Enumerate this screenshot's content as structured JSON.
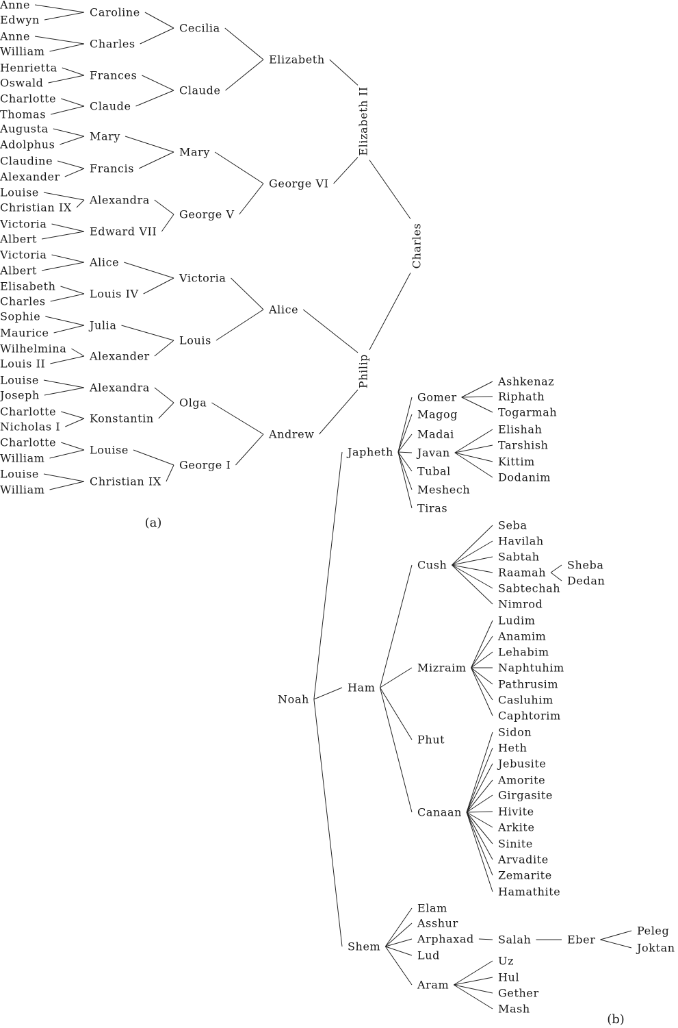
{
  "figure_a": {
    "caption": "(a)",
    "nodes": [
      {
        "id": "anne1",
        "label": "Anne"
      },
      {
        "id": "edwyn",
        "label": "Edwyn"
      },
      {
        "id": "anne2",
        "label": "Anne"
      },
      {
        "id": "william1",
        "label": "William"
      },
      {
        "id": "henrietta",
        "label": "Henrietta"
      },
      {
        "id": "oswald",
        "label": "Oswald"
      },
      {
        "id": "charlotte1",
        "label": "Charlotte"
      },
      {
        "id": "thomas",
        "label": "Thomas"
      },
      {
        "id": "augusta",
        "label": "Augusta"
      },
      {
        "id": "adolphus",
        "label": "Adolphus"
      },
      {
        "id": "claudine",
        "label": "Claudine"
      },
      {
        "id": "alexander1",
        "label": "Alexander"
      },
      {
        "id": "louise1",
        "label": "Louise"
      },
      {
        "id": "christianix1",
        "label": "Christian IX"
      },
      {
        "id": "victoria1",
        "label": "Victoria"
      },
      {
        "id": "albert1",
        "label": "Albert"
      },
      {
        "id": "victoria2",
        "label": "Victoria"
      },
      {
        "id": "albert2",
        "label": "Albert"
      },
      {
        "id": "elisabeth",
        "label": "Elisabeth"
      },
      {
        "id": "charles1",
        "label": "Charles"
      },
      {
        "id": "sophie",
        "label": "Sophie"
      },
      {
        "id": "maurice",
        "label": "Maurice"
      },
      {
        "id": "wilhelmina",
        "label": "Wilhelmina"
      },
      {
        "id": "louisii",
        "label": "Louis II"
      },
      {
        "id": "louise2",
        "label": "Louise"
      },
      {
        "id": "joseph",
        "label": "Joseph"
      },
      {
        "id": "charlotte2",
        "label": "Charlotte"
      },
      {
        "id": "nicholasi",
        "label": "Nicholas I"
      },
      {
        "id": "charlotte3",
        "label": "Charlotte"
      },
      {
        "id": "william2",
        "label": "William"
      },
      {
        "id": "louise3",
        "label": "Louise"
      },
      {
        "id": "william3",
        "label": "William"
      },
      {
        "id": "caroline",
        "label": "Caroline"
      },
      {
        "id": "charles2",
        "label": "Charles"
      },
      {
        "id": "frances",
        "label": "Frances"
      },
      {
        "id": "claude1",
        "label": "Claude"
      },
      {
        "id": "mary1",
        "label": "Mary"
      },
      {
        "id": "francis",
        "label": "Francis"
      },
      {
        "id": "alexandra1",
        "label": "Alexandra"
      },
      {
        "id": "edwardvii",
        "label": "Edward VII"
      },
      {
        "id": "alice1",
        "label": "Alice"
      },
      {
        "id": "louisiv",
        "label": "Louis IV"
      },
      {
        "id": "julia",
        "label": "Julia"
      },
      {
        "id": "alexander2",
        "label": "Alexander"
      },
      {
        "id": "alexandra2",
        "label": "Alexandra"
      },
      {
        "id": "konstantin",
        "label": "Konstantin"
      },
      {
        "id": "louise4",
        "label": "Louise"
      },
      {
        "id": "christianix2",
        "label": "Christian IX"
      },
      {
        "id": "cecilia",
        "label": "Cecilia"
      },
      {
        "id": "claude2",
        "label": "Claude"
      },
      {
        "id": "mary2",
        "label": "Mary"
      },
      {
        "id": "georgev",
        "label": "George V"
      },
      {
        "id": "victoria3",
        "label": "Victoria"
      },
      {
        "id": "louis",
        "label": "Louis"
      },
      {
        "id": "olga",
        "label": "Olga"
      },
      {
        "id": "georgei",
        "label": "George I"
      },
      {
        "id": "elizabeth",
        "label": "Elizabeth"
      },
      {
        "id": "georgevi",
        "label": "George VI"
      },
      {
        "id": "alice2",
        "label": "Alice"
      },
      {
        "id": "andrew",
        "label": "Andrew"
      },
      {
        "id": "elizabethii",
        "label": "Elizabeth II"
      },
      {
        "id": "philip",
        "label": "Philip"
      },
      {
        "id": "charles3",
        "label": "Charles"
      }
    ],
    "edges": [
      [
        "anne1",
        "caroline"
      ],
      [
        "edwyn",
        "caroline"
      ],
      [
        "anne2",
        "charles2"
      ],
      [
        "william1",
        "charles2"
      ],
      [
        "henrietta",
        "frances"
      ],
      [
        "oswald",
        "frances"
      ],
      [
        "charlotte1",
        "claude1"
      ],
      [
        "thomas",
        "claude1"
      ],
      [
        "augusta",
        "mary1"
      ],
      [
        "adolphus",
        "mary1"
      ],
      [
        "claudine",
        "francis"
      ],
      [
        "alexander1",
        "francis"
      ],
      [
        "louise1",
        "alexandra1"
      ],
      [
        "christianix1",
        "alexandra1"
      ],
      [
        "victoria1",
        "edwardvii"
      ],
      [
        "albert1",
        "edwardvii"
      ],
      [
        "victoria2",
        "alice1"
      ],
      [
        "albert2",
        "alice1"
      ],
      [
        "elisabeth",
        "louisiv"
      ],
      [
        "charles1",
        "louisiv"
      ],
      [
        "sophie",
        "julia"
      ],
      [
        "maurice",
        "julia"
      ],
      [
        "wilhelmina",
        "alexander2"
      ],
      [
        "louisii",
        "alexander2"
      ],
      [
        "louise2",
        "alexandra2"
      ],
      [
        "joseph",
        "alexandra2"
      ],
      [
        "charlotte2",
        "konstantin"
      ],
      [
        "nicholasi",
        "konstantin"
      ],
      [
        "charlotte3",
        "louise4"
      ],
      [
        "william2",
        "louise4"
      ],
      [
        "louise3",
        "christianix2"
      ],
      [
        "william3",
        "christianix2"
      ],
      [
        "caroline",
        "cecilia"
      ],
      [
        "charles2",
        "cecilia"
      ],
      [
        "frances",
        "claude2"
      ],
      [
        "claude1",
        "claude2"
      ],
      [
        "mary1",
        "mary2"
      ],
      [
        "francis",
        "mary2"
      ],
      [
        "alexandra1",
        "georgev"
      ],
      [
        "edwardvii",
        "georgev"
      ],
      [
        "alice1",
        "victoria3"
      ],
      [
        "louisiv",
        "victoria3"
      ],
      [
        "julia",
        "louis"
      ],
      [
        "alexander2",
        "louis"
      ],
      [
        "alexandra2",
        "olga"
      ],
      [
        "konstantin",
        "olga"
      ],
      [
        "louise4",
        "georgei"
      ],
      [
        "christianix2",
        "georgei"
      ],
      [
        "cecilia",
        "elizabeth"
      ],
      [
        "claude2",
        "elizabeth"
      ],
      [
        "mary2",
        "georgevi"
      ],
      [
        "georgev",
        "georgevi"
      ],
      [
        "victoria3",
        "alice2"
      ],
      [
        "louis",
        "alice2"
      ],
      [
        "olga",
        "andrew"
      ],
      [
        "georgei",
        "andrew"
      ],
      [
        "elizabeth",
        "elizabethii"
      ],
      [
        "georgevi",
        "elizabethii"
      ],
      [
        "alice2",
        "philip"
      ],
      [
        "andrew",
        "philip"
      ],
      [
        "elizabethii",
        "charles3"
      ],
      [
        "philip",
        "charles3"
      ]
    ]
  },
  "figure_b": {
    "caption": "(b)",
    "nodes": [
      {
        "id": "noah",
        "label": "Noah"
      },
      {
        "id": "japheth",
        "label": "Japheth"
      },
      {
        "id": "ham",
        "label": "Ham"
      },
      {
        "id": "shem",
        "label": "Shem"
      },
      {
        "id": "gomer",
        "label": "Gomer"
      },
      {
        "id": "magog",
        "label": "Magog"
      },
      {
        "id": "madai",
        "label": "Madai"
      },
      {
        "id": "javan",
        "label": "Javan"
      },
      {
        "id": "tubal",
        "label": "Tubal"
      },
      {
        "id": "meshech",
        "label": "Meshech"
      },
      {
        "id": "tiras",
        "label": "Tiras"
      },
      {
        "id": "ashkenaz",
        "label": "Ashkenaz"
      },
      {
        "id": "riphath",
        "label": "Riphath"
      },
      {
        "id": "togarmah",
        "label": "Togarmah"
      },
      {
        "id": "elishah",
        "label": "Elishah"
      },
      {
        "id": "tarshish",
        "label": "Tarshish"
      },
      {
        "id": "kittim",
        "label": "Kittim"
      },
      {
        "id": "dodanim",
        "label": "Dodanim"
      },
      {
        "id": "cush",
        "label": "Cush"
      },
      {
        "id": "mizraim",
        "label": "Mizraim"
      },
      {
        "id": "phut",
        "label": "Phut"
      },
      {
        "id": "canaan",
        "label": "Canaan"
      },
      {
        "id": "seba",
        "label": "Seba"
      },
      {
        "id": "havilah",
        "label": "Havilah"
      },
      {
        "id": "sabtah",
        "label": "Sabtah"
      },
      {
        "id": "raamah",
        "label": "Raamah"
      },
      {
        "id": "sabtechah",
        "label": "Sabtechah"
      },
      {
        "id": "nimrod",
        "label": "Nimrod"
      },
      {
        "id": "sheba",
        "label": "Sheba"
      },
      {
        "id": "dedan",
        "label": "Dedan"
      },
      {
        "id": "ludim",
        "label": "Ludim"
      },
      {
        "id": "anamim",
        "label": "Anamim"
      },
      {
        "id": "lehabim",
        "label": "Lehabim"
      },
      {
        "id": "naphtuhim",
        "label": "Naphtuhim"
      },
      {
        "id": "pathrusim",
        "label": "Pathrusim"
      },
      {
        "id": "casluhim",
        "label": "Casluhim"
      },
      {
        "id": "caphtorim",
        "label": "Caphtorim"
      },
      {
        "id": "sidon",
        "label": "Sidon"
      },
      {
        "id": "heth",
        "label": "Heth"
      },
      {
        "id": "jebusite",
        "label": "Jebusite"
      },
      {
        "id": "amorite",
        "label": "Amorite"
      },
      {
        "id": "girgasite",
        "label": "Girgasite"
      },
      {
        "id": "hivite",
        "label": "Hivite"
      },
      {
        "id": "arkite",
        "label": "Arkite"
      },
      {
        "id": "sinite",
        "label": "Sinite"
      },
      {
        "id": "arvadite",
        "label": "Arvadite"
      },
      {
        "id": "zemarite",
        "label": "Zemarite"
      },
      {
        "id": "hamathite",
        "label": "Hamathite"
      },
      {
        "id": "elam",
        "label": "Elam"
      },
      {
        "id": "asshur",
        "label": "Asshur"
      },
      {
        "id": "arphaxad",
        "label": "Arphaxad"
      },
      {
        "id": "lud",
        "label": "Lud"
      },
      {
        "id": "aram",
        "label": "Aram"
      },
      {
        "id": "salah",
        "label": "Salah"
      },
      {
        "id": "eber",
        "label": "Eber"
      },
      {
        "id": "peleg",
        "label": "Peleg"
      },
      {
        "id": "joktan",
        "label": "Joktan"
      },
      {
        "id": "uz",
        "label": "Uz"
      },
      {
        "id": "hul",
        "label": "Hul"
      },
      {
        "id": "gether",
        "label": "Gether"
      },
      {
        "id": "mash",
        "label": "Mash"
      }
    ],
    "edges": [
      [
        "noah",
        "japheth"
      ],
      [
        "noah",
        "ham"
      ],
      [
        "noah",
        "shem"
      ],
      [
        "japheth",
        "gomer"
      ],
      [
        "japheth",
        "magog"
      ],
      [
        "japheth",
        "madai"
      ],
      [
        "japheth",
        "javan"
      ],
      [
        "japheth",
        "tubal"
      ],
      [
        "japheth",
        "meshech"
      ],
      [
        "japheth",
        "tiras"
      ],
      [
        "gomer",
        "ashkenaz"
      ],
      [
        "gomer",
        "riphath"
      ],
      [
        "gomer",
        "togarmah"
      ],
      [
        "javan",
        "elishah"
      ],
      [
        "javan",
        "tarshish"
      ],
      [
        "javan",
        "kittim"
      ],
      [
        "javan",
        "dodanim"
      ],
      [
        "ham",
        "cush"
      ],
      [
        "ham",
        "mizraim"
      ],
      [
        "ham",
        "phut"
      ],
      [
        "ham",
        "canaan"
      ],
      [
        "cush",
        "seba"
      ],
      [
        "cush",
        "havilah"
      ],
      [
        "cush",
        "sabtah"
      ],
      [
        "cush",
        "raamah"
      ],
      [
        "cush",
        "sabtechah"
      ],
      [
        "cush",
        "nimrod"
      ],
      [
        "raamah",
        "sheba"
      ],
      [
        "raamah",
        "dedan"
      ],
      [
        "mizraim",
        "ludim"
      ],
      [
        "mizraim",
        "anamim"
      ],
      [
        "mizraim",
        "lehabim"
      ],
      [
        "mizraim",
        "naphtuhim"
      ],
      [
        "mizraim",
        "pathrusim"
      ],
      [
        "mizraim",
        "casluhim"
      ],
      [
        "mizraim",
        "caphtorim"
      ],
      [
        "canaan",
        "sidon"
      ],
      [
        "canaan",
        "heth"
      ],
      [
        "canaan",
        "jebusite"
      ],
      [
        "canaan",
        "amorite"
      ],
      [
        "canaan",
        "girgasite"
      ],
      [
        "canaan",
        "hivite"
      ],
      [
        "canaan",
        "arkite"
      ],
      [
        "canaan",
        "sinite"
      ],
      [
        "canaan",
        "arvadite"
      ],
      [
        "canaan",
        "zemarite"
      ],
      [
        "canaan",
        "hamathite"
      ],
      [
        "shem",
        "elam"
      ],
      [
        "shem",
        "asshur"
      ],
      [
        "shem",
        "arphaxad"
      ],
      [
        "shem",
        "lud"
      ],
      [
        "shem",
        "aram"
      ],
      [
        "arphaxad",
        "salah"
      ],
      [
        "salah",
        "eber"
      ],
      [
        "eber",
        "peleg"
      ],
      [
        "eber",
        "joktan"
      ],
      [
        "aram",
        "uz"
      ],
      [
        "aram",
        "hul"
      ],
      [
        "aram",
        "gether"
      ],
      [
        "aram",
        "mash"
      ]
    ]
  }
}
